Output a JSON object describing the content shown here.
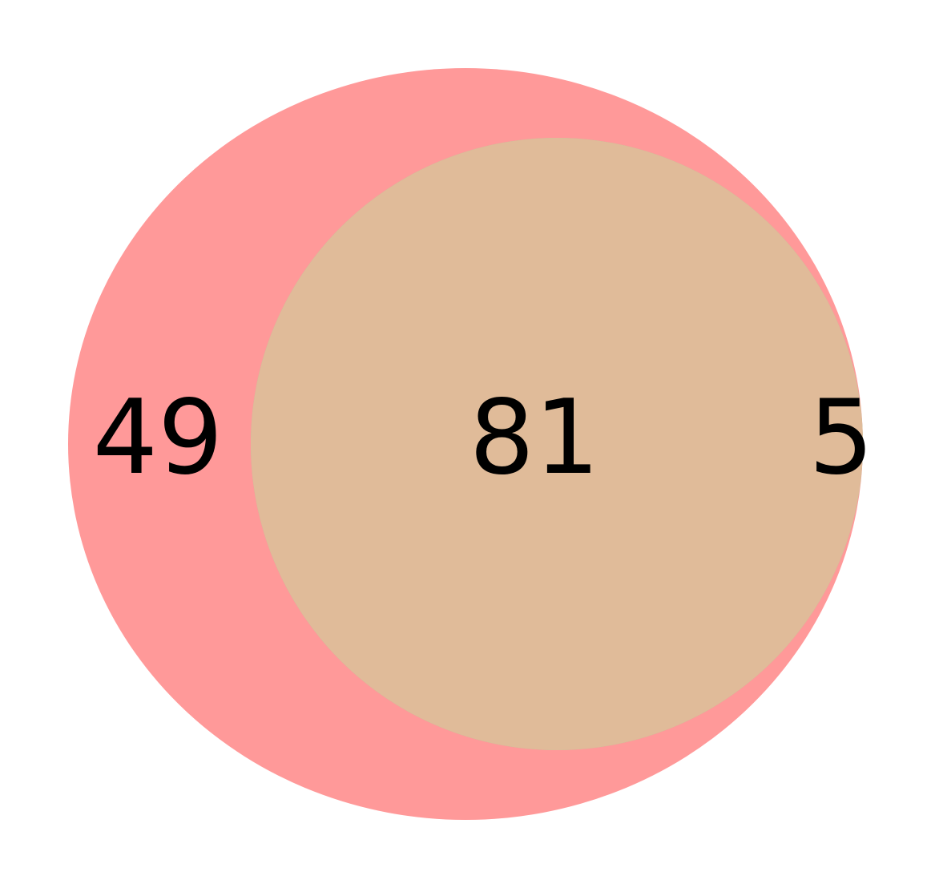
{
  "venn": {
    "sets": [
      {
        "id": "A",
        "color": "#ff9999",
        "only_count": "49"
      },
      {
        "id": "B",
        "color": "#99cc99",
        "only_count": "5"
      }
    ],
    "intersection": {
      "color": "#e0bb99",
      "count": "81"
    }
  }
}
